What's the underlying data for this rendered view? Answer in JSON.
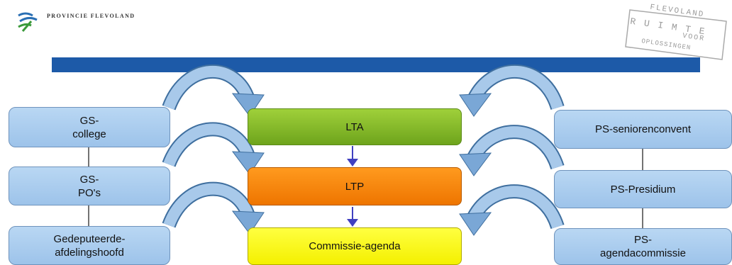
{
  "header": {
    "brand": "PROVINCIE FLEVOLAND",
    "stamp_lines": [
      "FLEVOLAND",
      "R U I M T E",
      "VOOR",
      "OPLOSSINGEN"
    ]
  },
  "left_boxes": [
    {
      "line1": "GS-",
      "line2": "college"
    },
    {
      "line1": "GS-",
      "line2": "PO's"
    },
    {
      "line1": "Gedeputeerde-",
      "line2": "afdelingshoofd"
    }
  ],
  "center_boxes": [
    {
      "label": "LTA",
      "color": "#8cc12e"
    },
    {
      "label": "LTP",
      "color": "#f7890c"
    },
    {
      "label": "Commissie-agenda",
      "color": "#ffff1a"
    }
  ],
  "right_boxes": [
    {
      "line1": "PS-seniorenconvent",
      "line2": ""
    },
    {
      "line1": "PS-Presidium",
      "line2": ""
    },
    {
      "line1": "PS-",
      "line2": "agendacommissie"
    }
  ],
  "colors": {
    "bar": "#1d5aa8",
    "arrow": "#6f9fcf",
    "down_arrow": "#4040c0"
  }
}
